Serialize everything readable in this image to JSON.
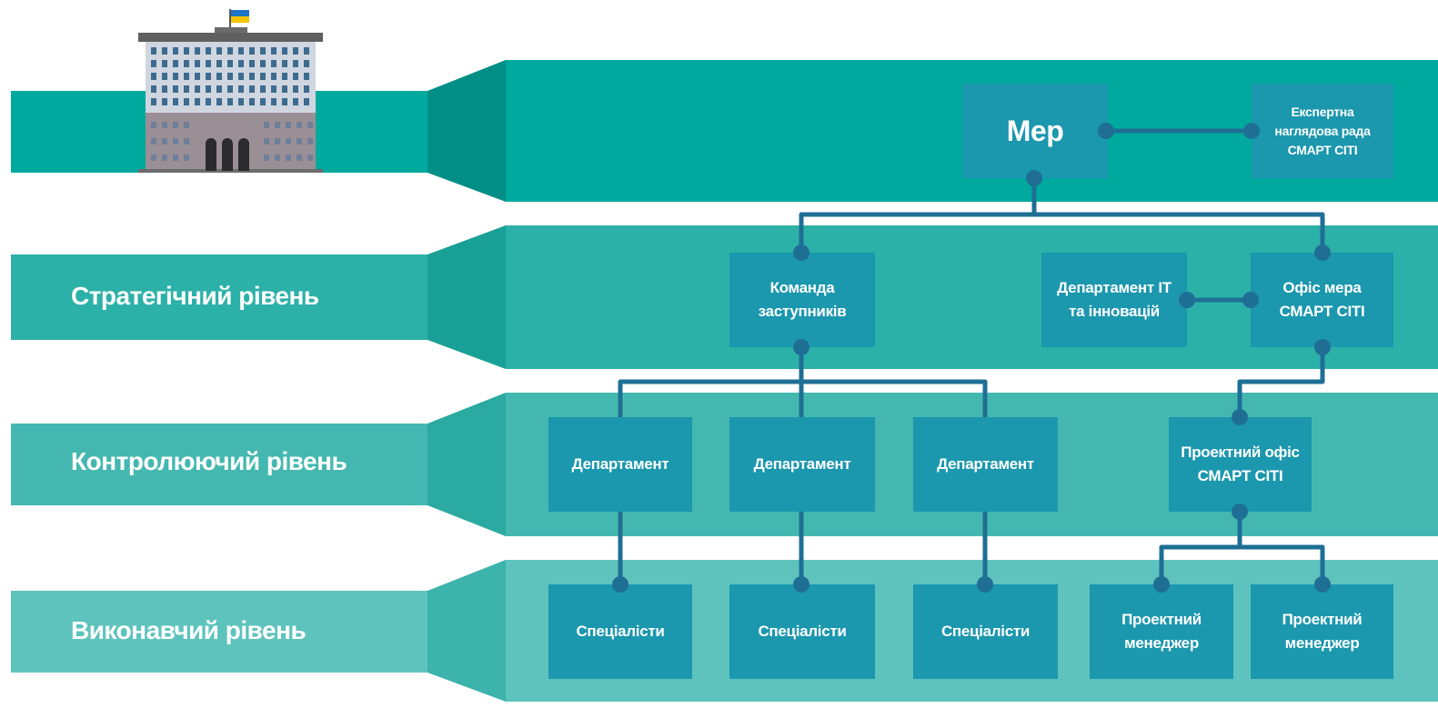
{
  "colors": {
    "band_top": "#00a99d",
    "band_strategic": "#2cb1a8",
    "band_control": "#44b8b0",
    "band_exec": "#5ec3bd",
    "box": "#1b97ae",
    "connector": "#1f6f95"
  },
  "levels": {
    "strategic": "Стратегічний рівень",
    "control": "Контролюючий рівень",
    "executive": "Виконавчий рівень"
  },
  "nodes": {
    "mayor": "Мер",
    "expert_council": "Експертна\nнаглядова рада\nСМАРТ СІТІ",
    "deputies": "Команда\nзаступників",
    "it_department": "Департамент ІТ\nта інновацій",
    "mayor_office": "Офіс мера\nСМАРТ СІТІ",
    "department_1": "Департамент",
    "department_2": "Департамент",
    "department_3": "Департамент",
    "project_office": "Проектний офіс\nСМАРТ СІТІ",
    "specialists_1": "Спеціалісти",
    "specialists_2": "Спеціалісти",
    "specialists_3": "Спеціалісти",
    "project_manager_1": "Проектний\nменеджер",
    "project_manager_2": "Проектний\nменеджер"
  },
  "icons": {
    "building": "city-hall-building-icon",
    "flag": "ukraine-flag-icon"
  }
}
